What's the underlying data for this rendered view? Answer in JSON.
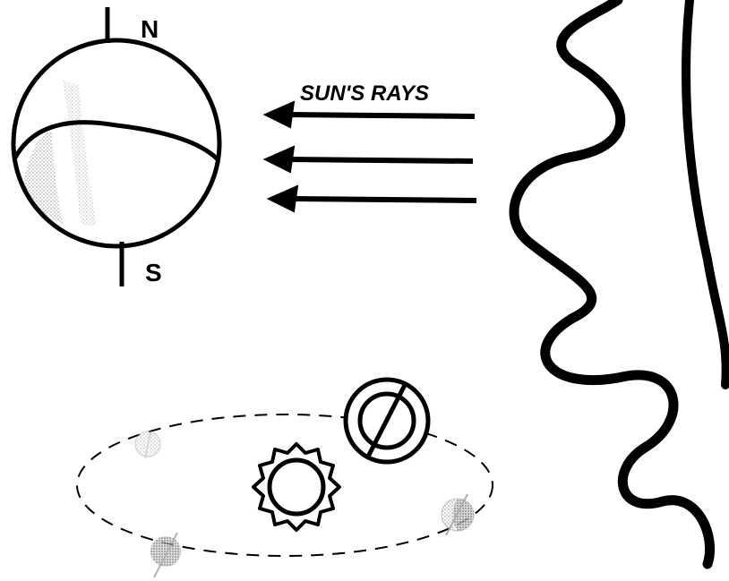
{
  "labels": {
    "north": "N",
    "south": "S",
    "rays": "SUN'S RAYS",
    "earth_symbol": "Ø"
  },
  "colors": {
    "ink": "#000000",
    "shade": "#bdbdbd",
    "paper": "#ffffff"
  },
  "icons": [
    "earth-globe",
    "sun-outline",
    "orbit-ellipse",
    "sun-symbol",
    "earth-symbol"
  ]
}
